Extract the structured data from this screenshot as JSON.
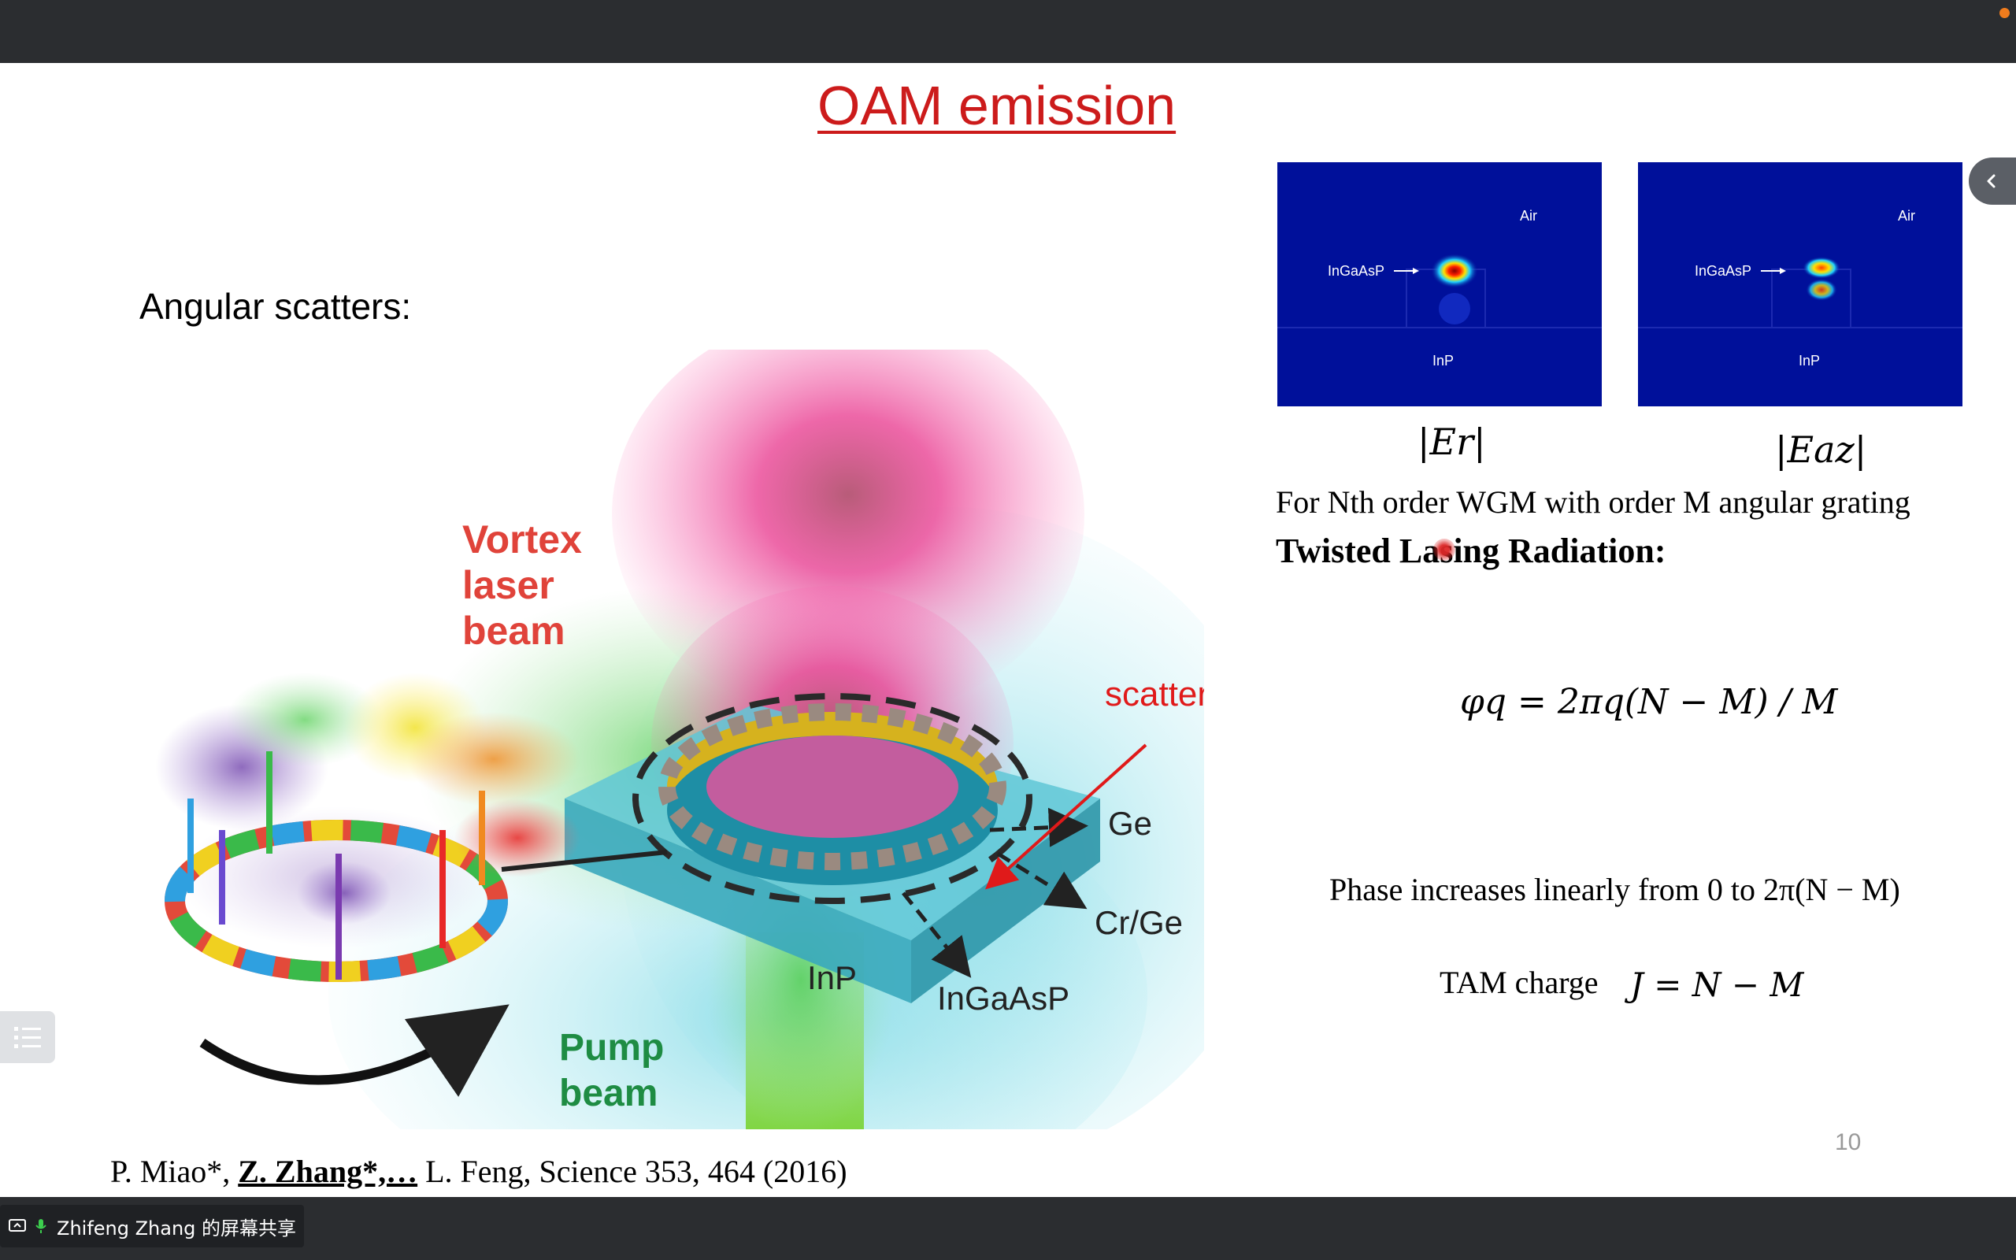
{
  "slide": {
    "title": "OAM emission",
    "subhead": "Angular scatters:",
    "page_number": "10"
  },
  "figure": {
    "labels": {
      "vortex_line1": "Vortex",
      "vortex_line2": "laser",
      "vortex_line3": "beam",
      "scatters": "scatters",
      "ge": "Ge",
      "crge": "Cr/Ge",
      "inp": "InP",
      "ingaasp": "InGaAsP",
      "pump_line1": "Pump",
      "pump_line2": "beam"
    }
  },
  "modes": {
    "left": {
      "air": "Air",
      "ingaasp": "InGaAsP",
      "inp": "InP",
      "caption": "|Er|"
    },
    "right": {
      "air": "Air",
      "ingaasp": "InGaAsP",
      "inp": "InP",
      "caption": "|Eaz|"
    }
  },
  "text": {
    "wgm_line": "For Nth order WGM with order M angular grating",
    "twisted_heading": "Twisted Lasing Radiation:",
    "phase_eq": "φq = 2πq(N − M) / M",
    "phase_increase": "Phase increases linearly from 0 to 2π(N − M)",
    "tam_label": "TAM charge",
    "tam_eq": "J = N − M"
  },
  "reference": {
    "prefix": "P. Miao*, ",
    "bold": "Z. Zhang*,…",
    "suffix": " L. Feng, Science 353, 464 (2016)"
  },
  "screen_share": {
    "label": "Zhifeng Zhang 的屏幕共享"
  },
  "colors": {
    "title_red": "#cc1b1b",
    "mode_blue": "#00109a",
    "label_green": "#1e8c43",
    "recording": "#f07c1d"
  }
}
